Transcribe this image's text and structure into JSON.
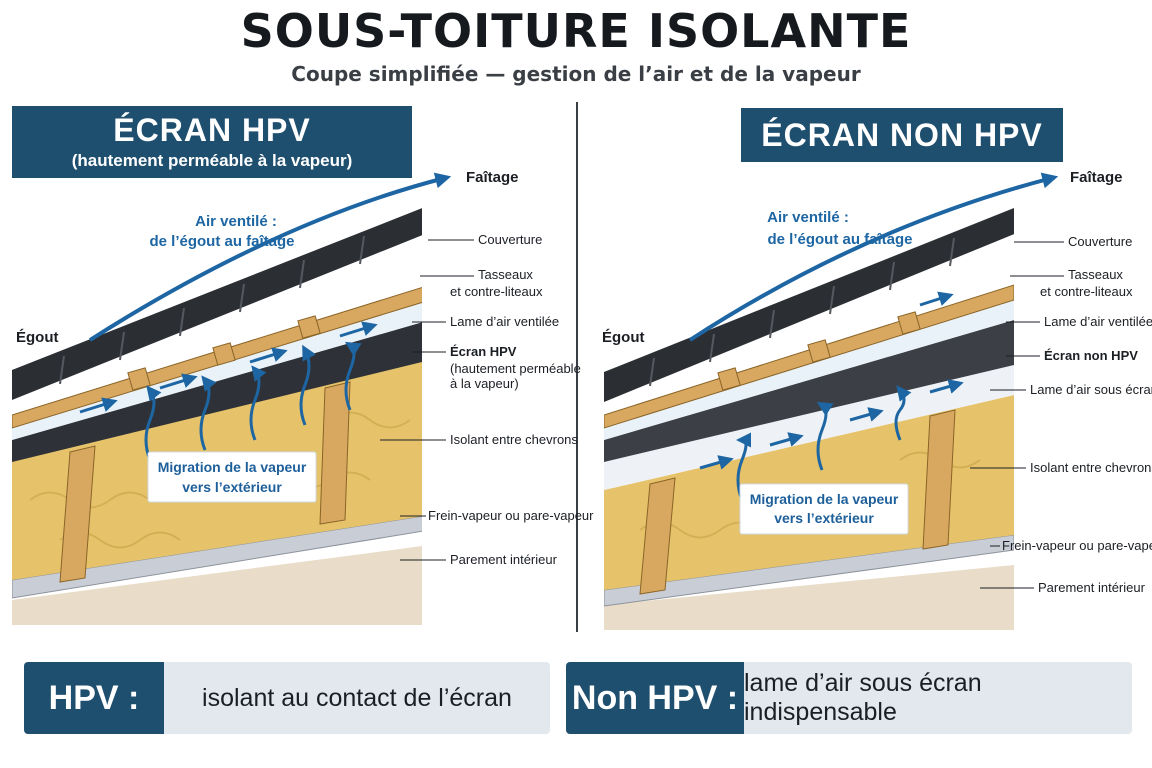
{
  "header": {
    "title": "SOUS-TOITURE ISOLANTE",
    "subtitle": "Coupe simplifiée — gestion de l’air et de la vapeur"
  },
  "left": {
    "heading": "ÉCRAN HPV",
    "heading_sub": "(hautement perméable à la vapeur)",
    "faitage": "Faîtage",
    "egout": "Égout",
    "air_line1": "Air ventilé :",
    "air_line2": "de l’égout au faîtage",
    "migration_line1": "Migration de la vapeur",
    "migration_line2": "vers l’extérieur",
    "labels": {
      "couverture": "Couverture",
      "tasseaux": "Tasseaux",
      "contre_liteaux": "et contre-liteaux",
      "lame_air": "Lame d’air ventilée",
      "ecran": "Écran HPV",
      "ecran_sub1": "(hautement perméable",
      "ecran_sub2": "à la vapeur)",
      "isolant": "Isolant entre chevrons",
      "frein": "Frein-vapeur ou pare-vapeur",
      "parement": "Parement intérieur"
    }
  },
  "right": {
    "heading": "ÉCRAN NON HPV",
    "faitage": "Faîtage",
    "egout": "Égout",
    "air_line1": "Air ventilé :",
    "air_line2": "de l’égout au faîtage",
    "migration_line1": "Migration de la vapeur",
    "migration_line2": "vers l’extérieur",
    "labels": {
      "couverture": "Couverture",
      "tasseaux": "Tasseaux",
      "contre_liteaux": "et contre-liteaux",
      "lame_air": "Lame d’air ventilée",
      "ecran": "Écran non HPV",
      "lame_sous_ecran": "Lame d’air sous écran",
      "isolant": "Isolant entre chevrons",
      "frein": "Frein-vapeur ou pare-vapeur",
      "parement": "Parement intérieur"
    }
  },
  "footer": {
    "left_key": "HPV :",
    "left_text": "isolant au contact de l’écran",
    "right_key": "Non HPV :",
    "right_text": "lame d’air sous écran indispensable"
  },
  "colors": {
    "navy": "#1f4f6f",
    "arrow_blue": "#1d66a3",
    "insulation": "#e6c36a",
    "wood": "#d8a860",
    "tiles": "#2b2e33"
  }
}
